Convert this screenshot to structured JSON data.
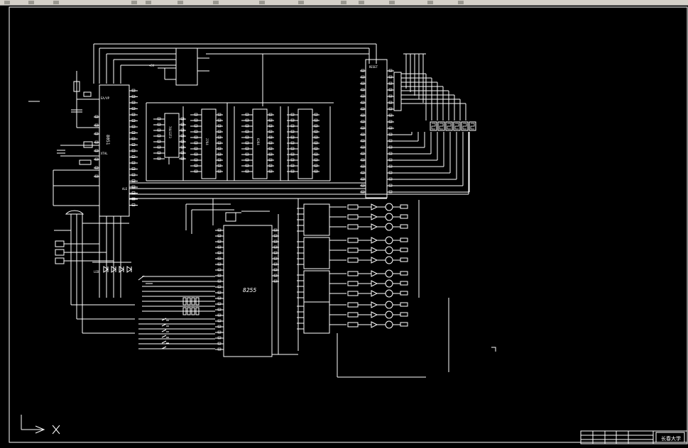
{
  "colors": {
    "background": "#000000",
    "line": "#ffffff",
    "toolbar": "#d4d0c8"
  },
  "labels": {
    "mcu_chip": "8051",
    "ppi_chip": "8255",
    "supply_5v": "+5V",
    "title_block": "长春大学",
    "reset_label": "RESET",
    "ale_label": "ALE",
    "ea_label": "EA/VP",
    "xtal_label": "XTAL",
    "latch_chip": "74LS373",
    "eprom_chip": "2764",
    "ram_chip": "6264",
    "led_label": "LED"
  },
  "icons": {
    "ucs": "ucs-axis-icon"
  }
}
